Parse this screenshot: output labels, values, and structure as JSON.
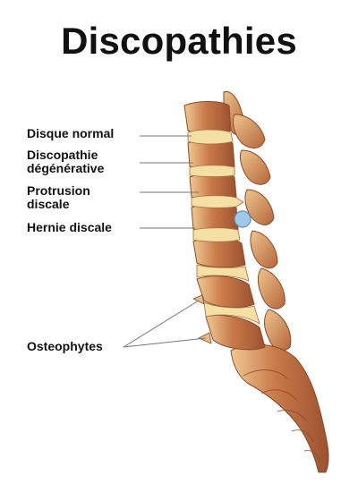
{
  "title": "Discopathies",
  "labels": {
    "normal": "Disque normal",
    "degenerative": [
      "Discopathie",
      "dégénérative"
    ],
    "protrusion": [
      "Protrusion",
      "discale"
    ],
    "hernia": "Hernie discale",
    "osteophytes": "Osteophytes"
  },
  "colors": {
    "bone": "#c26f43",
    "bone_light": "#e7bc86",
    "disc": "#f4dfa5",
    "hernia": "#9ec9e8",
    "leader_line": "#777777"
  }
}
